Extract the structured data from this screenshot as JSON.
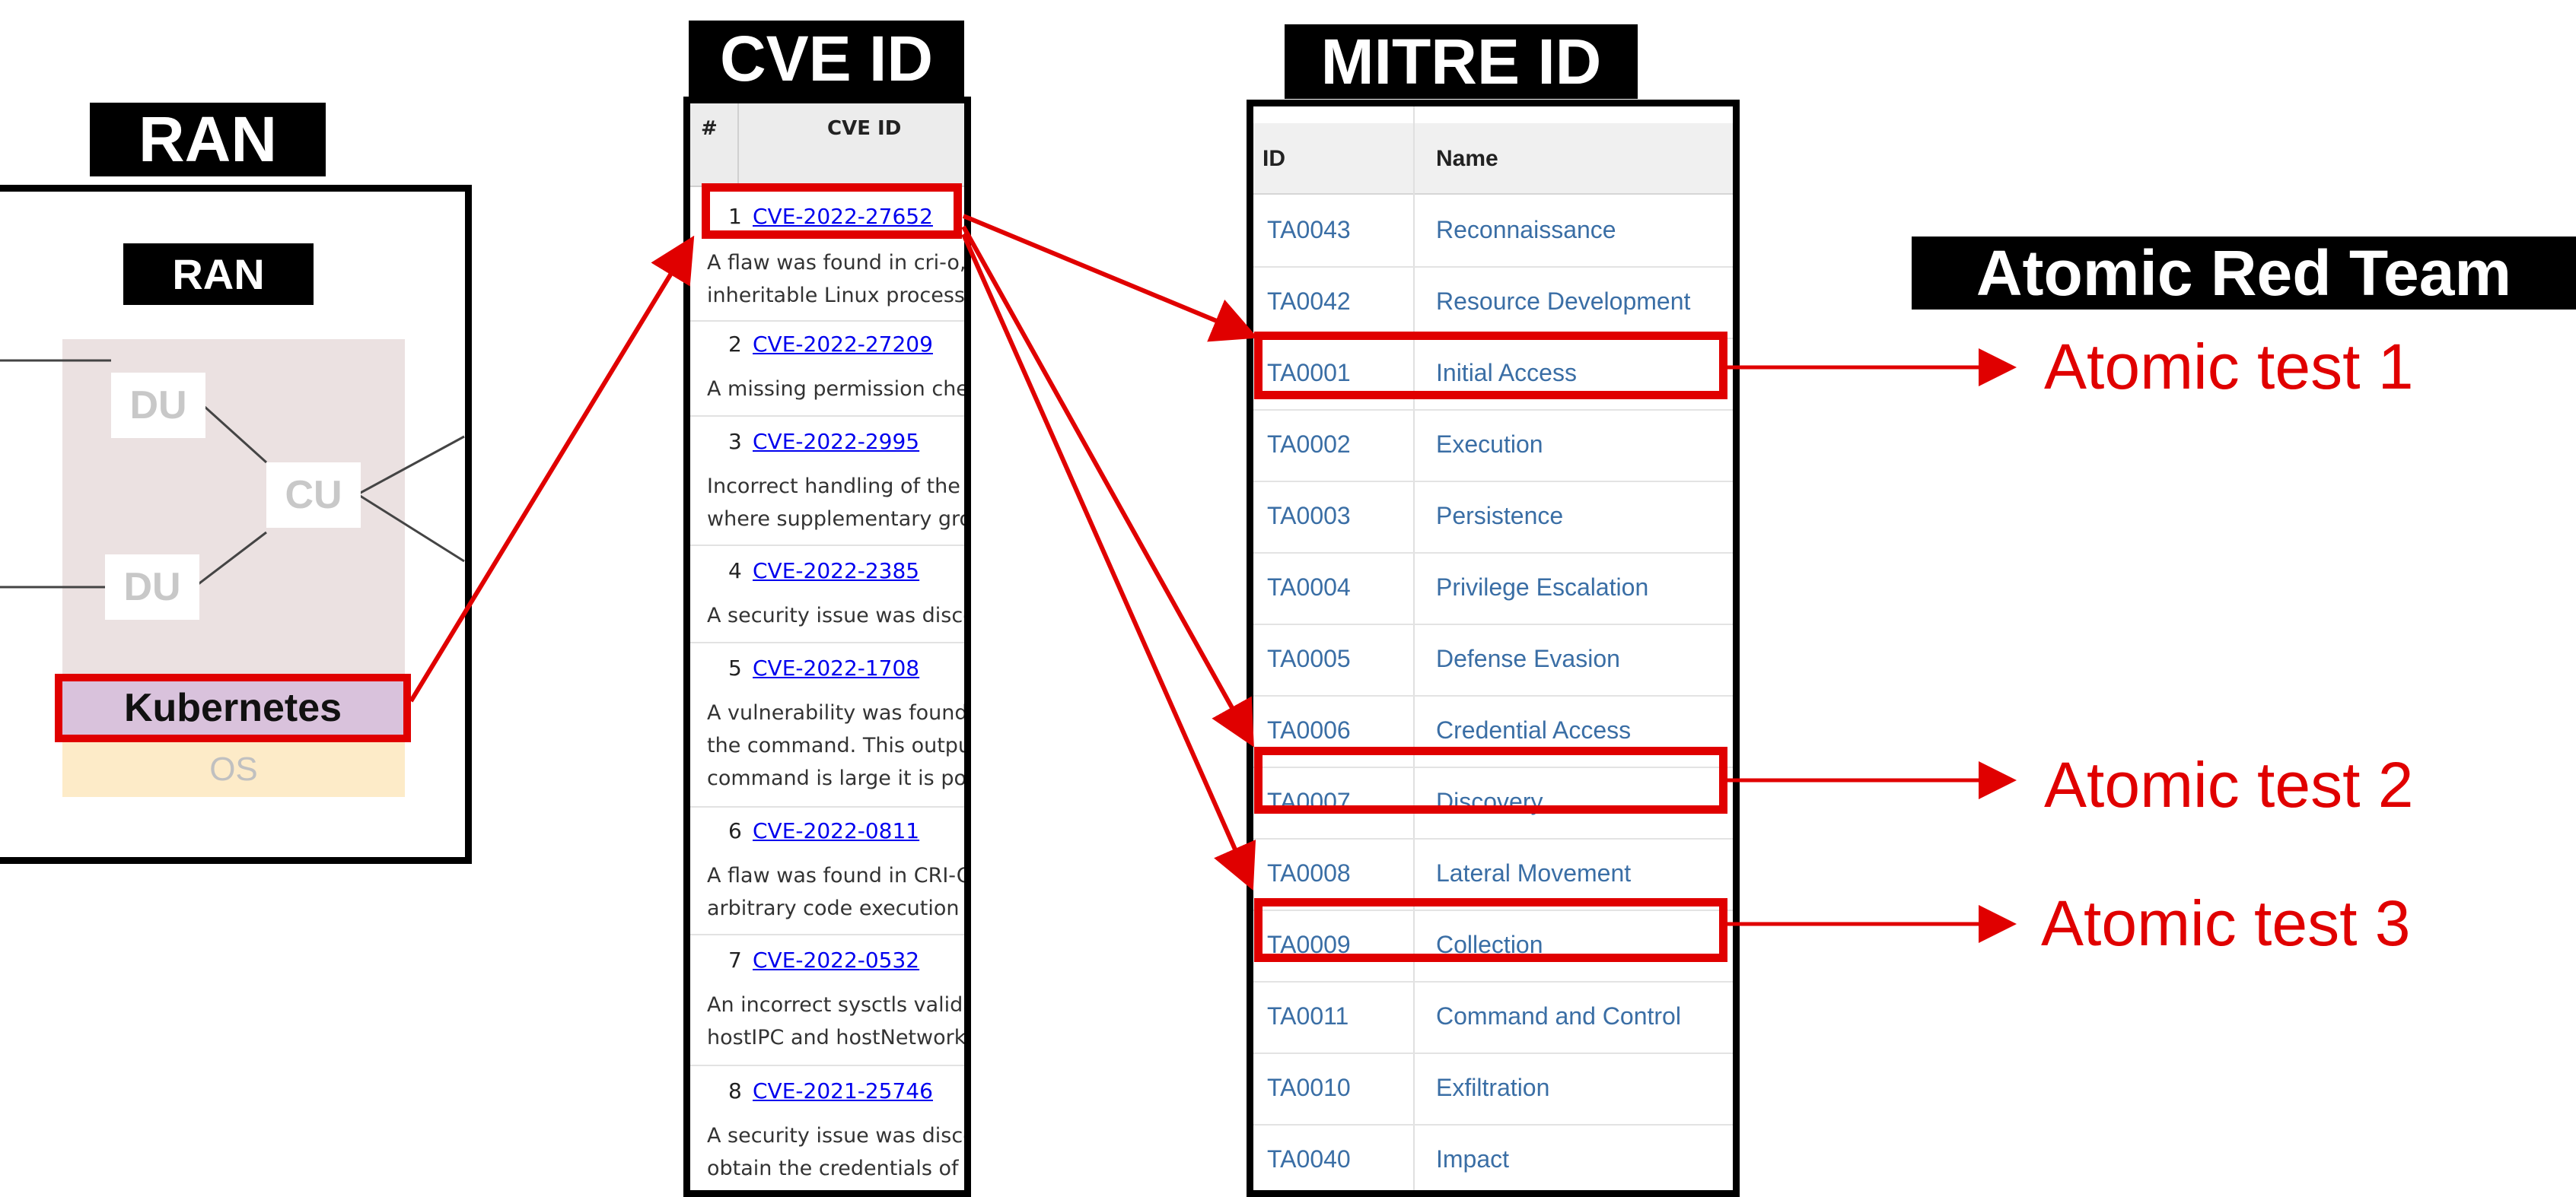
{
  "titles": {
    "ran": "RAN",
    "cve": "CVE ID",
    "mitre": "MITRE ID",
    "atomic": "Atomic Red Team"
  },
  "ran_panel": {
    "label": "RAN",
    "du_top": "DU",
    "du_bottom": "DU",
    "cu": "CU",
    "kubernetes": "Kubernetes",
    "os": "OS"
  },
  "cve_table": {
    "hash_header": "#",
    "id_header": "CVE ID",
    "rows": [
      {
        "num": "1",
        "id": "CVE-2022-27652",
        "desc": [
          "A flaw was found in cri-o,",
          "inheritable Linux process c"
        ]
      },
      {
        "num": "2",
        "id": "CVE-2022-27209",
        "desc": [
          "A missing permission chec"
        ]
      },
      {
        "num": "3",
        "id": "CVE-2022-2995",
        "desc": [
          "Incorrect handling of the s",
          "where supplementary grou"
        ]
      },
      {
        "num": "4",
        "id": "CVE-2022-2385",
        "desc": [
          "A security issue was disco"
        ]
      },
      {
        "num": "5",
        "id": "CVE-2022-1708",
        "desc": [
          "A vulnerability was found i",
          "the command. This output",
          "command is large it is pos"
        ]
      },
      {
        "num": "6",
        "id": "CVE-2022-0811",
        "desc": [
          "A flaw was found in CRI-O",
          "arbitrary code execution a"
        ]
      },
      {
        "num": "7",
        "id": "CVE-2022-0532",
        "desc": [
          "An incorrect sysctls validat",
          "hostIPC and hostNetwork"
        ]
      },
      {
        "num": "8",
        "id": "CVE-2021-25746",
        "desc": [
          "A security issue was disco",
          "obtain the credentials of t"
        ]
      }
    ]
  },
  "mitre_table": {
    "id_header": "ID",
    "name_header": "Name",
    "rows": [
      {
        "id": "TA0043",
        "name": "Reconnaissance"
      },
      {
        "id": "TA0042",
        "name": "Resource Development"
      },
      {
        "id": "TA0001",
        "name": "Initial Access"
      },
      {
        "id": "TA0002",
        "name": "Execution"
      },
      {
        "id": "TA0003",
        "name": "Persistence"
      },
      {
        "id": "TA0004",
        "name": "Privilege Escalation"
      },
      {
        "id": "TA0005",
        "name": "Defense Evasion"
      },
      {
        "id": "TA0006",
        "name": "Credential Access"
      },
      {
        "id": "TA0007",
        "name": "Discovery"
      },
      {
        "id": "TA0008",
        "name": "Lateral Movement"
      },
      {
        "id": "TA0009",
        "name": "Collection"
      },
      {
        "id": "TA0011",
        "name": "Command and Control"
      },
      {
        "id": "TA0010",
        "name": "Exfiltration"
      },
      {
        "id": "TA0040",
        "name": "Impact"
      }
    ]
  },
  "atomic_tests": [
    "Atomic test 1",
    "Atomic test 2",
    "Atomic test 3"
  ],
  "colors": {
    "highlight": "#e00000",
    "link": "#0000ee",
    "mitre_text": "#3a6ea5",
    "kubernetes_fill": "#d9c2dc",
    "os_fill": "#fdebc8",
    "ran_bg": "#ebe1e1"
  }
}
